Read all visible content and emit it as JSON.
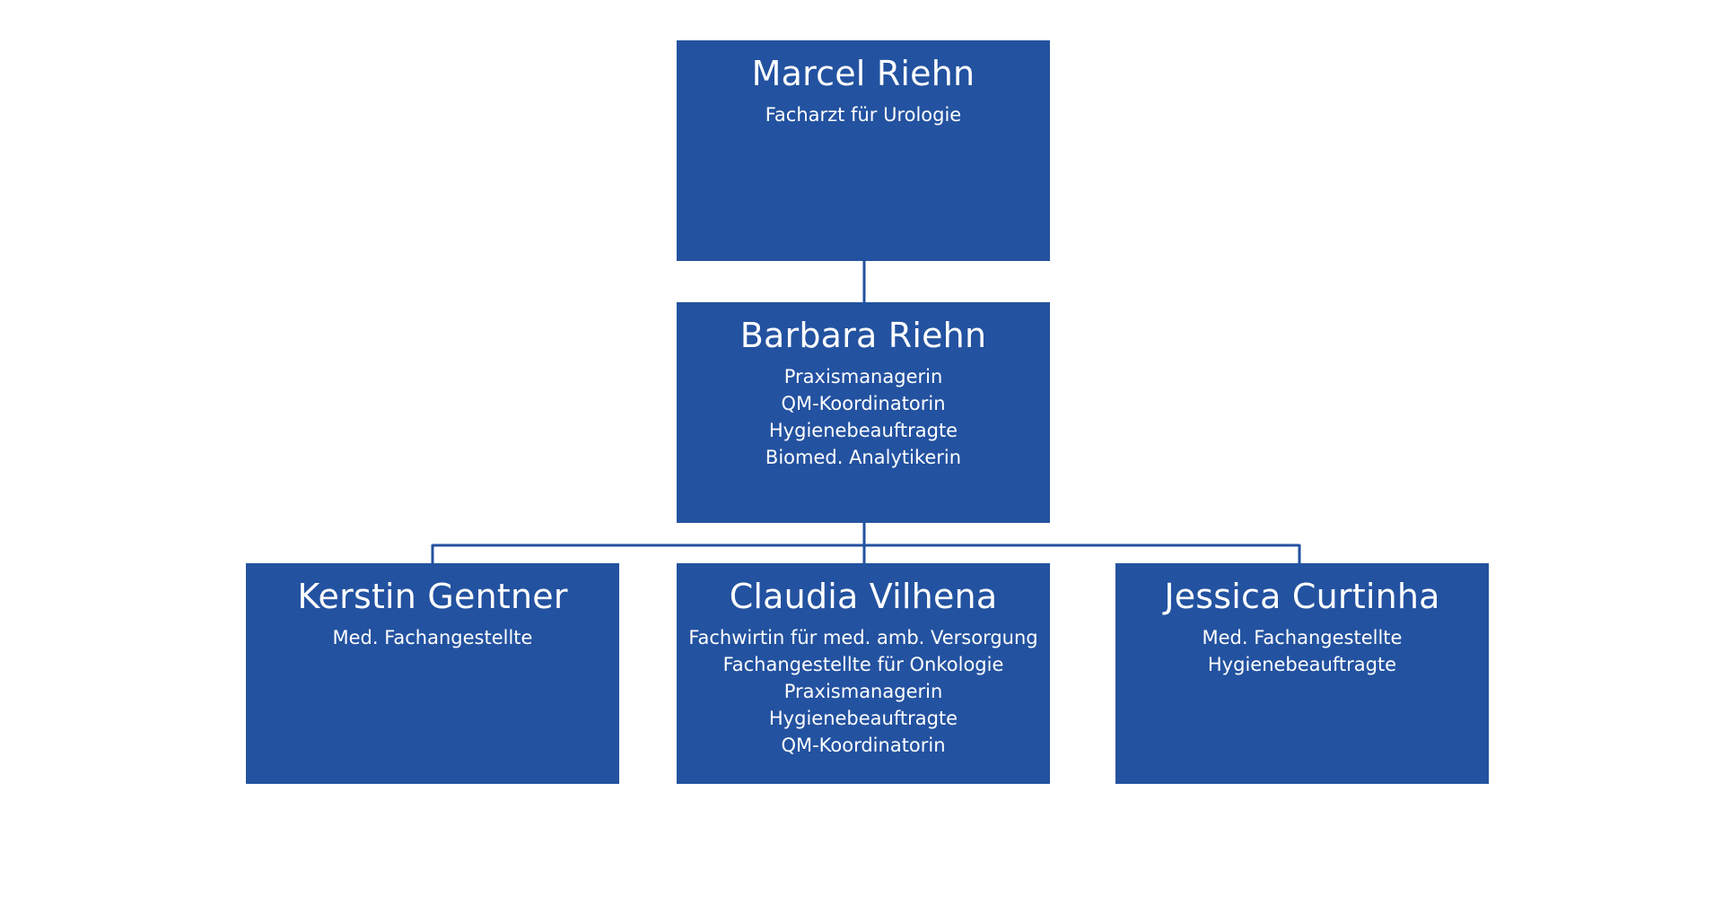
{
  "org_chart": {
    "colors": {
      "box_fill": "#2352a0",
      "box_text": "#ffffff",
      "connector": "#2352a0",
      "background": "#ffffff"
    },
    "top": {
      "name": "Marcel Riehn",
      "roles": [
        "Facharzt für Urologie"
      ]
    },
    "middle": {
      "name": "Barbara Riehn",
      "roles": [
        "Praxismanagerin",
        "QM-Koordinatorin",
        "Hygienebeauftragte",
        "Biomed. Analytikerin"
      ]
    },
    "bottom": [
      {
        "name": "Kerstin Gentner",
        "roles": [
          "Med. Fachangestellte"
        ]
      },
      {
        "name": "Claudia Vilhena",
        "roles": [
          "Fachwirtin für med. amb. Versorgung",
          "Fachangestellte für Onkologie",
          "Praxismanagerin",
          "Hygienebeauftragte",
          "QM-Koordinatorin"
        ]
      },
      {
        "name": "Jessica Curtinha",
        "roles": [
          "Med. Fachangestellte",
          "Hygienebeauftragte"
        ]
      }
    ]
  }
}
